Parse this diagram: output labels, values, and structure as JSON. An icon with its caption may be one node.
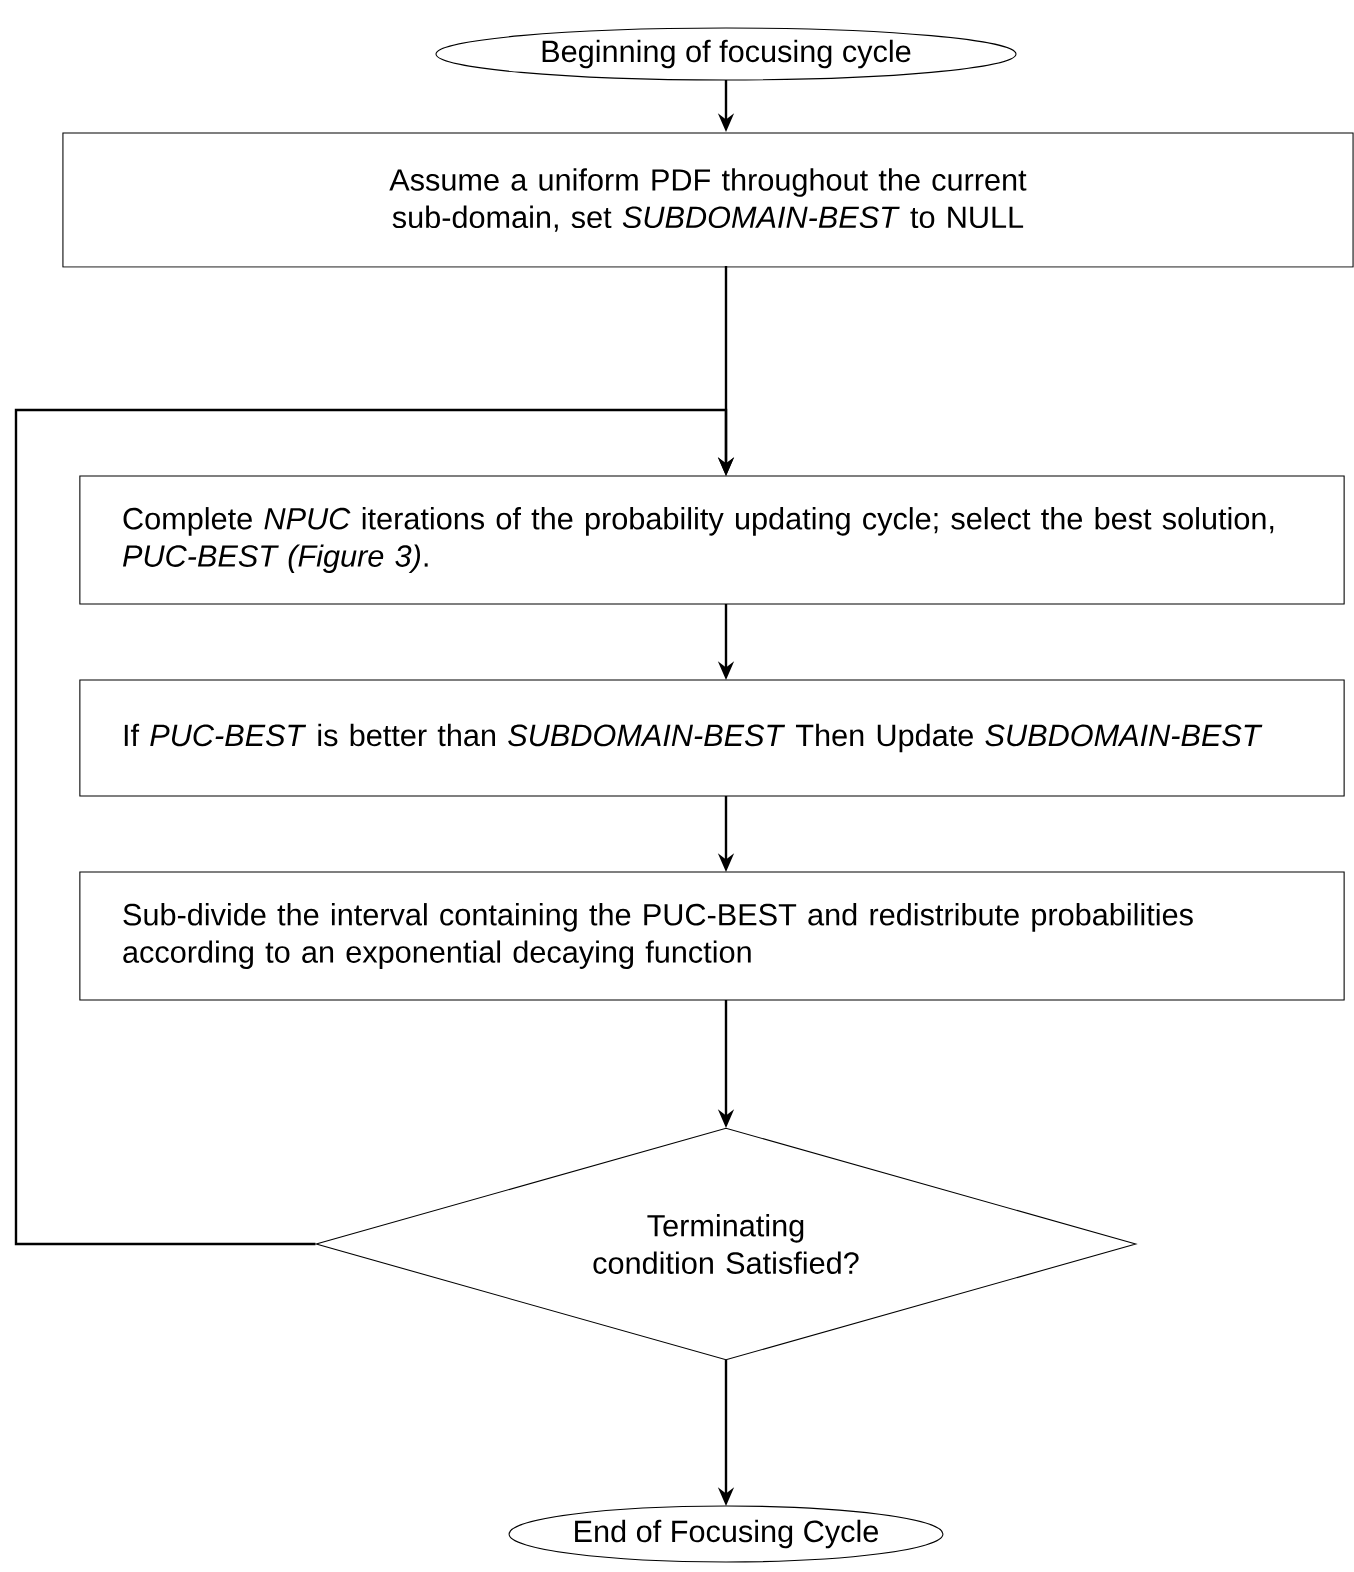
{
  "diagram": {
    "nodes": [
      {
        "text": [
          "Beginning of focusing cycle"
        ]
      },
      {
        "text": [
          "Assume a uniform PDF throughout the current sub-domain, set *SUBDOMAIN-BEST* to NULL"
        ]
      },
      {
        "text": [
          "Complete *NPUC* iterations of the probability updating cycle; select the best solution, *PUC-BEST (Figure 3)*."
        ]
      },
      {
        "text": [
          "If *PUC-BEST* is better than *SUBDOMAIN-BEST* Then Update *SUBDOMAIN-BEST*"
        ]
      },
      {
        "text": [
          "Sub-divide the interval containing the PUC-BEST and redistribute probabilities according to an exponential decaying function"
        ]
      },
      {
        "text": [
          "Terminating condition Satisfied?"
        ]
      },
      {
        "text": [
          "End of Focusing Cycle"
        ]
      }
    ],
    "edges": [
      {
        "from": 0,
        "to": 1,
        "arrow": "to"
      },
      {
        "from": 1,
        "to": 2,
        "arrow": "to"
      },
      {
        "from": 2,
        "to": 3,
        "arrow": "to"
      },
      {
        "from": 3,
        "to": 4,
        "arrow": "to"
      },
      {
        "from": 4,
        "to": 5,
        "arrow": "to"
      },
      {
        "from": 5,
        "to": 6,
        "arrow": "to"
      },
      {
        "from": 5,
        "to": 2,
        "arrow": "to"
      }
    ]
  }
}
